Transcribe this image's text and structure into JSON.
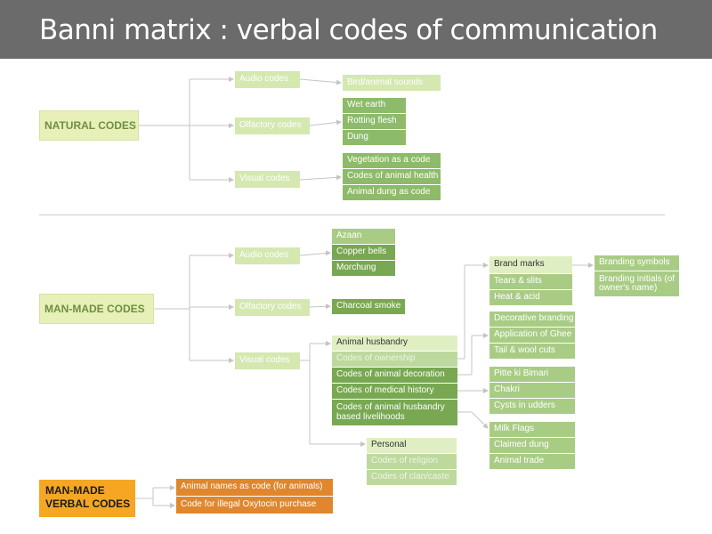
{
  "title": "Banni matrix : verbal codes of communication",
  "natural": {
    "label": "NATURAL CODES",
    "audio": {
      "label": "Audio codes",
      "items": [
        "Bird/animal sounds"
      ]
    },
    "olfactory": {
      "label": "Olfactory codes",
      "items": [
        "Wet earth",
        "Rotting flesh",
        "Dung"
      ]
    },
    "visual": {
      "label": "Visual codes",
      "items": [
        "Vegetation as a code",
        "Codes of animal health",
        "Animal dung as code"
      ]
    }
  },
  "manmade": {
    "label": "MAN-MADE CODES",
    "audio": {
      "label": "Audio codes",
      "items": [
        "Azaan",
        "Copper bells",
        "Morchung"
      ]
    },
    "olfactory": {
      "label": "Olfactory codes",
      "items": [
        "Charcoal smoke"
      ]
    },
    "visual": {
      "label": "Visual codes",
      "husbandry": {
        "label": "Animal husbandry",
        "items": [
          "Codes of ownership",
          "Codes of animal decoration",
          "Codes of medical history",
          "Codes of animal husbandry based livelihoods"
        ]
      },
      "personal": {
        "label": "Personal",
        "items": [
          "Codes of religion",
          "Codes of clan/caste"
        ]
      }
    },
    "brand": {
      "label": "Brand marks",
      "items": [
        "Tears & slits",
        "Heat & acid"
      ],
      "sub": [
        "Branding symbols",
        "Branding initials (of owner's name)"
      ]
    },
    "decoration": [
      "Decorative branding",
      "Application of Ghee",
      "Tail & wool cuts"
    ],
    "medical": [
      "Pitte ki Bimari",
      "Chakri",
      "Cysts in udders"
    ],
    "livelihood": [
      "Milk Flags",
      "Claimed dung",
      "Animal trade"
    ]
  },
  "verbal": {
    "label_line1": "MAN-MADE",
    "label_line2": "VERBAL CODES",
    "items": [
      "Animal names as code (for animals)",
      "Code for illegal Oxytocin purchase"
    ]
  },
  "colors": {
    "header": "#6b6b6b",
    "green": "#8dbb6a",
    "light_green": "#d4e8b0",
    "orange": "#e0872d",
    "orange_label": "#f5a623"
  }
}
